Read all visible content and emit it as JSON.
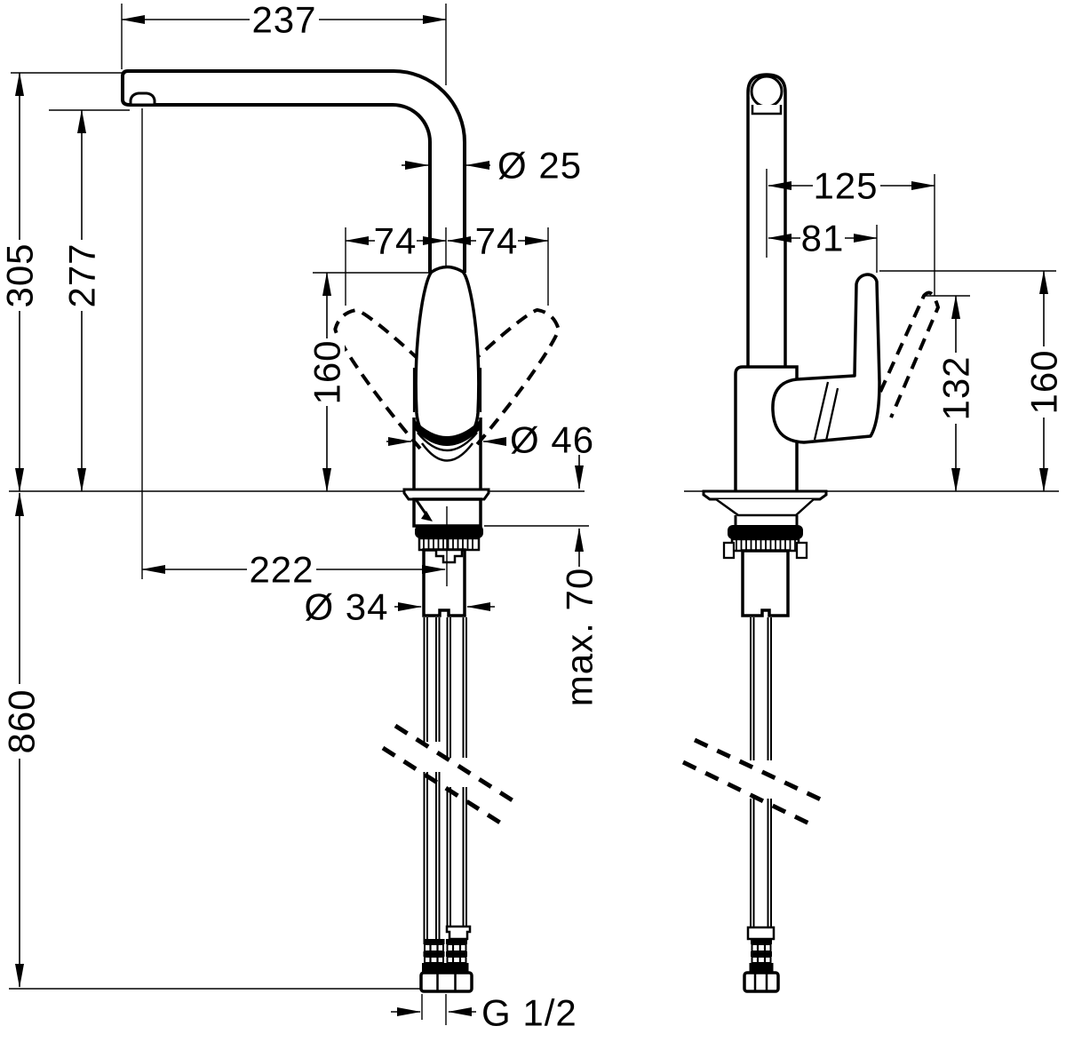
{
  "drawing": {
    "type": "technical-dimension-drawing",
    "subject": "single-lever kitchen faucet, front and side views",
    "colors": {
      "line": "#000000",
      "background": "#ffffff"
    },
    "front_view": {
      "spout_projection": "237",
      "spout_diameter": "Ø 25",
      "handle_swing_left": "74",
      "handle_swing_right": "74",
      "handle_height": "160",
      "body_diameter": "Ø 46",
      "height_to_spout_top": "305",
      "height_to_aerator": "277",
      "reach_to_aerator": "222",
      "shank_diameter": "Ø 34",
      "max_counter_thickness": "max. 70",
      "hose_length": "860",
      "connection_thread": "G 1/2"
    },
    "side_view": {
      "depth_handle_up": "125",
      "depth_handle_down": "81",
      "handle_tip_height": "132",
      "handle_height": "160"
    }
  }
}
